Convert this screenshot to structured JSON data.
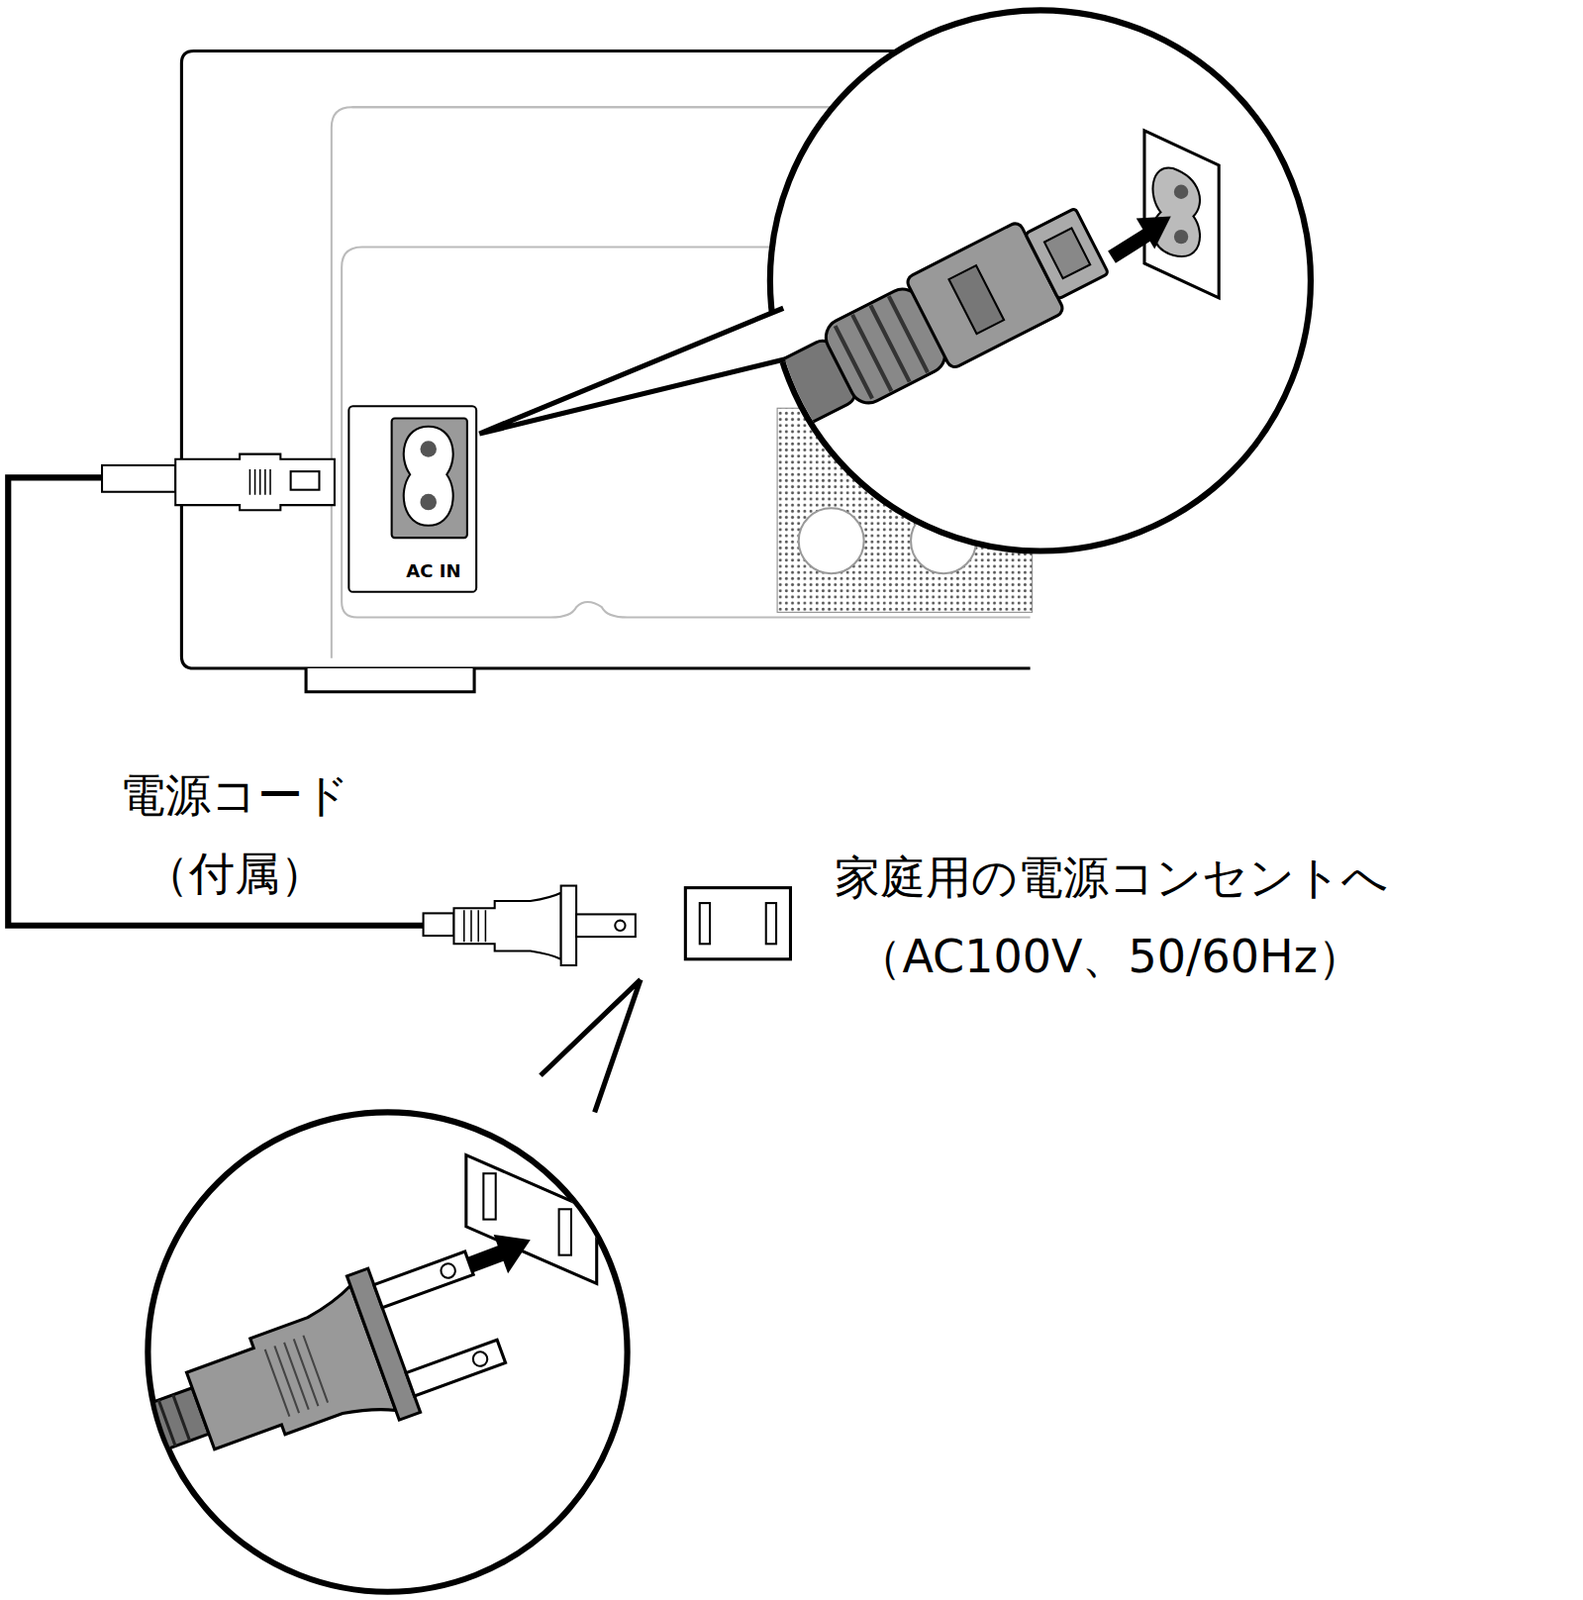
{
  "diagram": {
    "labels": [
      "AC IN",
      "電源コード",
      "（付属）",
      "家庭用の電源コンセントへ",
      "（AC100V、50/60Hz）"
    ]
  }
}
